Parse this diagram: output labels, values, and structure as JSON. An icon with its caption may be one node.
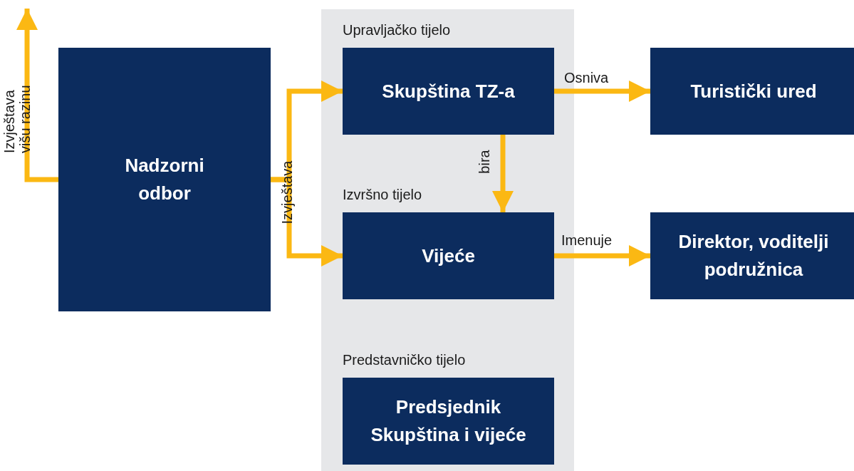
{
  "diagram": {
    "nodes": [
      {
        "text": [
          "Nadzorni odbor"
        ]
      },
      {
        "text": [],
        "shape": "box"
      },
      {
        "text": [
          "Upravljačko tijelo",
          "Skupština TZ-a"
        ],
        "in": 1
      },
      {
        "text": [
          "Izvršno tijelo",
          "Vijeće"
        ],
        "in": 1
      },
      {
        "text": [
          "Predstavničko tijelo",
          "Predsjednik Skupština i vijeće"
        ],
        "in": 1
      },
      {
        "text": [
          "Turistički ured"
        ]
      },
      {
        "text": [
          "Direktor, voditelji podružnica"
        ]
      }
    ],
    "edges": [
      {
        "from": 0,
        "to": null,
        "arrow": "to",
        "label": "Izvještava višu razinu"
      },
      {
        "from": 0,
        "to": 2,
        "arrow": "to",
        "label": "Izvještava"
      },
      {
        "from": 0,
        "to": 3,
        "arrow": "to"
      },
      {
        "from": 2,
        "to": 5,
        "arrow": "to",
        "label": "Osniva"
      },
      {
        "from": 2,
        "to": 3,
        "arrow": "to",
        "label": "bira"
      },
      {
        "from": 3,
        "to": 6,
        "arrow": "to",
        "label": "Imenuje"
      }
    ]
  }
}
